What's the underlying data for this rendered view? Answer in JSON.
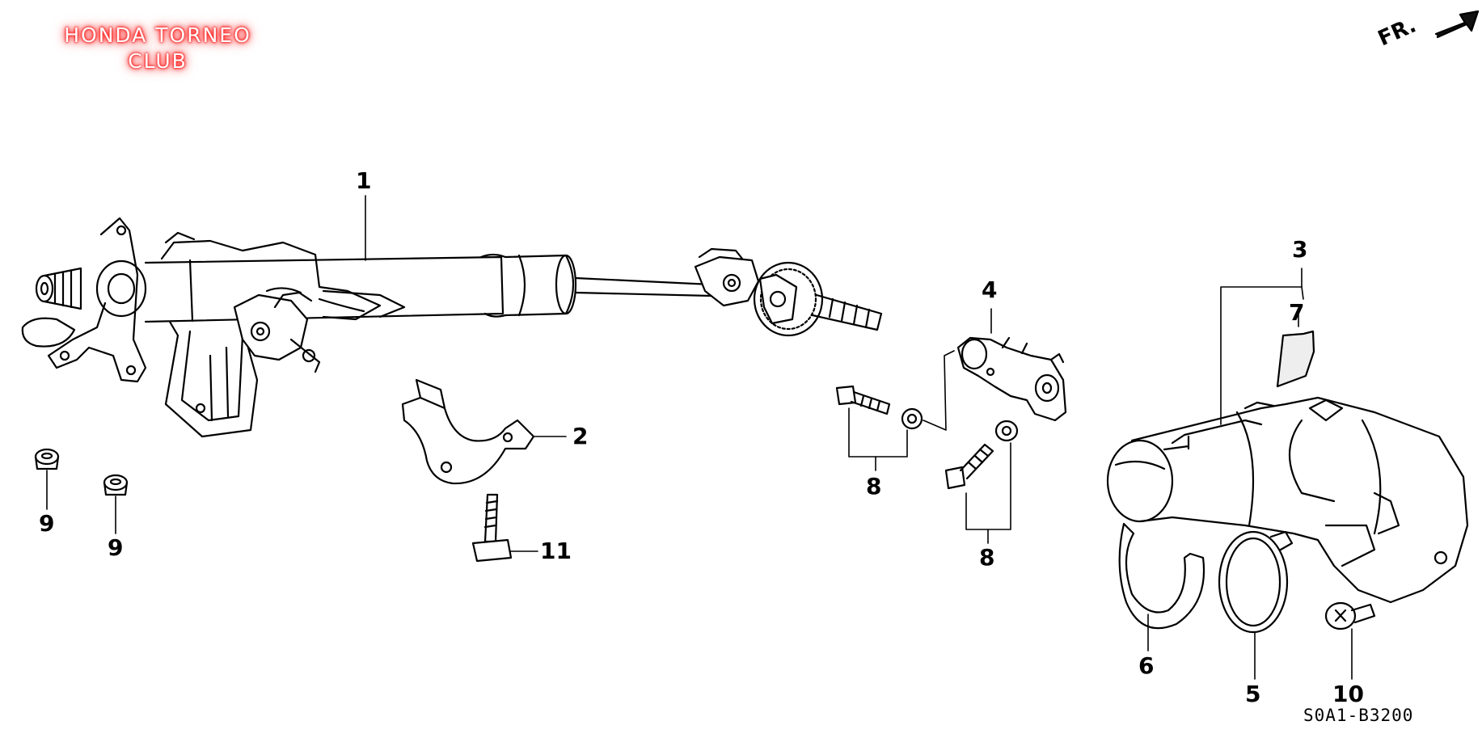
{
  "logo": {
    "line1": "HONDA TORNEO",
    "line2": "CLUB"
  },
  "direction_label": "FR.",
  "diagram_code": "S0A1-B3200",
  "parts": [
    {
      "id": "1",
      "label": "1"
    },
    {
      "id": "2",
      "label": "2"
    },
    {
      "id": "3",
      "label": "3"
    },
    {
      "id": "4",
      "label": "4"
    },
    {
      "id": "5",
      "label": "5"
    },
    {
      "id": "6",
      "label": "6"
    },
    {
      "id": "7",
      "label": "7"
    },
    {
      "id": "8a",
      "label": "8"
    },
    {
      "id": "8b",
      "label": "8"
    },
    {
      "id": "9a",
      "label": "9"
    },
    {
      "id": "9b",
      "label": "9"
    },
    {
      "id": "10",
      "label": "10"
    },
    {
      "id": "11",
      "label": "11"
    }
  ]
}
